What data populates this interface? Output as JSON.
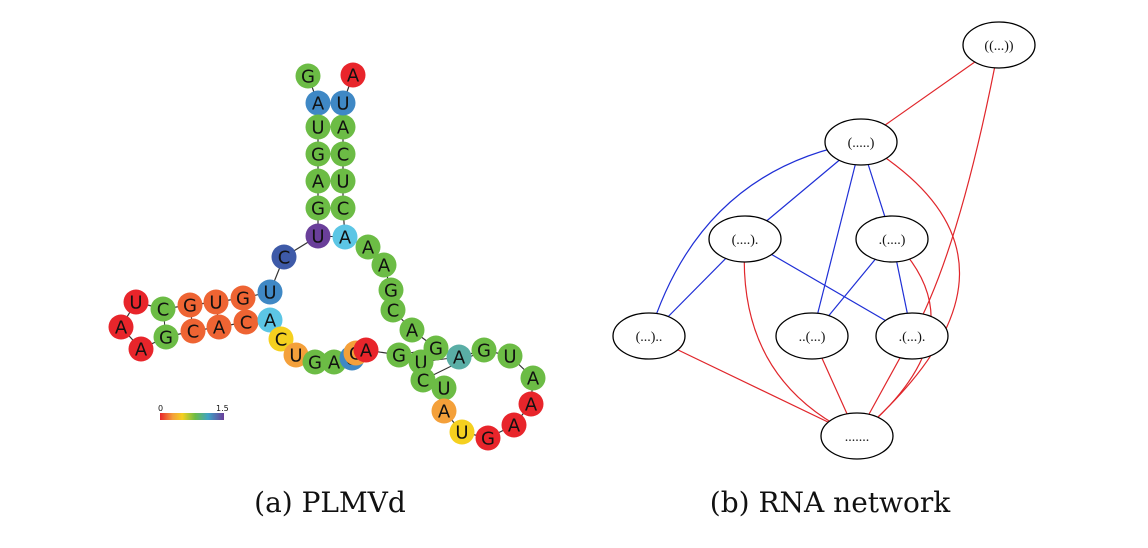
{
  "panels": {
    "a": {
      "caption": "(a) PLMVd"
    },
    "b": {
      "caption": "(b) RNA network"
    }
  },
  "color_scale": {
    "min_label": "0",
    "max_label": "1.5",
    "min": 0,
    "max": 1.5
  },
  "palette": {
    "red": "#e8252b",
    "orange_red": "#ee6433",
    "orange": "#f4a03a",
    "yellow": "#f5d01f",
    "green": "#6cbc45",
    "teal": "#5aaea6",
    "light_blue": "#5cc6e5",
    "blue": "#3f88c5",
    "dark_blue": "#3e5aa8",
    "purple": "#6a3f9a",
    "backbone": "#333333",
    "edge_blue": "#1f2fd6",
    "edge_red": "#e0262b"
  },
  "structure": {
    "nucleotides": [
      {
        "id": 0,
        "base": "G",
        "color": "green"
      },
      {
        "id": 1,
        "base": "A",
        "color": "blue"
      },
      {
        "id": 2,
        "base": "U",
        "color": "green"
      },
      {
        "id": 3,
        "base": "G",
        "color": "green"
      },
      {
        "id": 4,
        "base": "A",
        "color": "green"
      },
      {
        "id": 5,
        "base": "G",
        "color": "green"
      },
      {
        "id": 6,
        "base": "U",
        "color": "purple"
      },
      {
        "id": 7,
        "base": "C",
        "color": "dark_blue"
      },
      {
        "id": 8,
        "base": "U",
        "color": "blue"
      },
      {
        "id": 9,
        "base": "G",
        "color": "orange_red"
      },
      {
        "id": 10,
        "base": "U",
        "color": "orange_red"
      },
      {
        "id": 11,
        "base": "G",
        "color": "orange_red"
      },
      {
        "id": 12,
        "base": "C",
        "color": "green"
      },
      {
        "id": 13,
        "base": "U",
        "color": "red"
      },
      {
        "id": 14,
        "base": "A",
        "color": "red"
      },
      {
        "id": 15,
        "base": "A",
        "color": "red"
      },
      {
        "id": 16,
        "base": "G",
        "color": "green"
      },
      {
        "id": 17,
        "base": "C",
        "color": "orange_red"
      },
      {
        "id": 18,
        "base": "A",
        "color": "orange_red"
      },
      {
        "id": 19,
        "base": "C",
        "color": "orange_red"
      },
      {
        "id": 20,
        "base": "A",
        "color": "light_blue"
      },
      {
        "id": 21,
        "base": "C",
        "color": "yellow"
      },
      {
        "id": 22,
        "base": "U",
        "color": "orange"
      },
      {
        "id": 23,
        "base": "G",
        "color": "green"
      },
      {
        "id": 24,
        "base": "A",
        "color": "green"
      },
      {
        "id": 25,
        "base": "U",
        "color": "blue"
      },
      {
        "id": 26,
        "base": "G",
        "color": "orange"
      },
      {
        "id": 27,
        "base": "A",
        "color": "red"
      },
      {
        "id": 28,
        "base": "G",
        "color": "green"
      },
      {
        "id": 29,
        "base": "U",
        "color": "green"
      },
      {
        "id": 30,
        "base": "C",
        "color": "green"
      },
      {
        "id": 31,
        "base": "U",
        "color": "green"
      },
      {
        "id": 32,
        "base": "A",
        "color": "orange"
      },
      {
        "id": 33,
        "base": "U",
        "color": "yellow"
      },
      {
        "id": 34,
        "base": "G",
        "color": "red"
      },
      {
        "id": 35,
        "base": "A",
        "color": "red"
      },
      {
        "id": 36,
        "base": "A",
        "color": "red"
      },
      {
        "id": 37,
        "base": "A",
        "color": "green"
      },
      {
        "id": 38,
        "base": "U",
        "color": "green"
      },
      {
        "id": 39,
        "base": "G",
        "color": "green"
      },
      {
        "id": 40,
        "base": "A",
        "color": "teal"
      },
      {
        "id": 41,
        "base": "G",
        "color": "green"
      },
      {
        "id": 42,
        "base": "A",
        "color": "green"
      },
      {
        "id": 43,
        "base": "C",
        "color": "green"
      },
      {
        "id": 44,
        "base": "G",
        "color": "green"
      },
      {
        "id": 45,
        "base": "A",
        "color": "green"
      },
      {
        "id": 46,
        "base": "A",
        "color": "green"
      },
      {
        "id": 47,
        "base": "A",
        "color": "light_blue"
      },
      {
        "id": 48,
        "base": "C",
        "color": "green"
      },
      {
        "id": 49,
        "base": "U",
        "color": "green"
      },
      {
        "id": 50,
        "base": "C",
        "color": "green"
      },
      {
        "id": 51,
        "base": "A",
        "color": "green"
      },
      {
        "id": 52,
        "base": "U",
        "color": "blue"
      },
      {
        "id": 53,
        "base": "A",
        "color": "red"
      }
    ]
  },
  "network": {
    "nodes": [
      {
        "id": "n1",
        "label": "((...))"
      },
      {
        "id": "n2",
        "label": "(.....)"
      },
      {
        "id": "n3",
        "label": "(....)."
      },
      {
        "id": "n4",
        "label": ".(....)"
      },
      {
        "id": "n5",
        "label": "(...).."
      },
      {
        "id": "n6",
        "label": "..(...)"
      },
      {
        "id": "n7",
        "label": ".(...)."
      },
      {
        "id": "n8",
        "label": "......."
      }
    ],
    "edges": [
      {
        "from": "n1",
        "to": "n2",
        "color": "edge_red"
      },
      {
        "from": "n1",
        "to": "n7",
        "color": "edge_red"
      },
      {
        "from": "n2",
        "to": "n3",
        "color": "edge_blue"
      },
      {
        "from": "n2",
        "to": "n4",
        "color": "edge_blue"
      },
      {
        "from": "n2",
        "to": "n5",
        "color": "edge_blue"
      },
      {
        "from": "n2",
        "to": "n6",
        "color": "edge_blue"
      },
      {
        "from": "n2",
        "to": "n8",
        "color": "edge_red"
      },
      {
        "from": "n3",
        "to": "n5",
        "color": "edge_blue"
      },
      {
        "from": "n3",
        "to": "n7",
        "color": "edge_blue"
      },
      {
        "from": "n3",
        "to": "n8",
        "color": "edge_red"
      },
      {
        "from": "n4",
        "to": "n6",
        "color": "edge_blue"
      },
      {
        "from": "n4",
        "to": "n7",
        "color": "edge_blue"
      },
      {
        "from": "n4",
        "to": "n8",
        "color": "edge_red"
      },
      {
        "from": "n5",
        "to": "n8",
        "color": "edge_red"
      },
      {
        "from": "n6",
        "to": "n8",
        "color": "edge_red"
      },
      {
        "from": "n7",
        "to": "n8",
        "color": "edge_red"
      }
    ]
  }
}
